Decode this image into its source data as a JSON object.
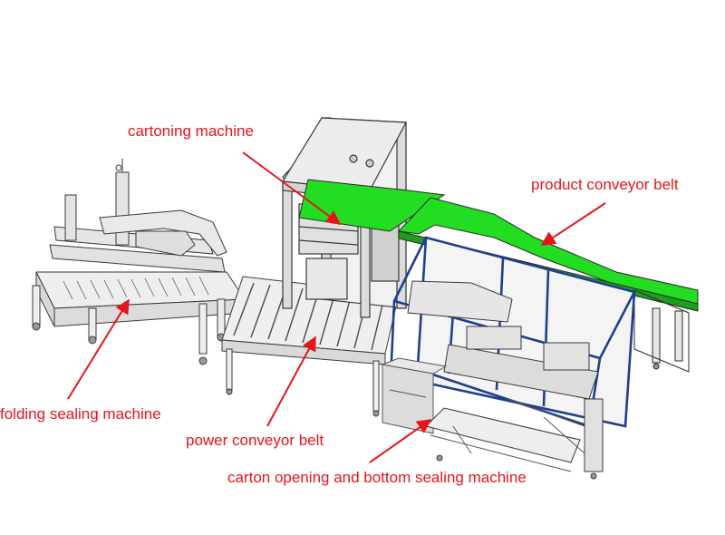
{
  "labels": {
    "cartoning_machine": "cartoning machine",
    "product_conveyor_belt": "product conveyor belt",
    "folding_sealing_machine": "folding sealing machine",
    "power_conveyor_belt": "power conveyor belt",
    "carton_opening_machine": "carton opening and bottom sealing machine"
  },
  "colors": {
    "label": "#e8141a",
    "arrow": "#e8141a",
    "belt_green": "#22dd22",
    "machine_line": "#3a3a3a",
    "machine_fill": "#eeeeee",
    "frame_blue": "#1f3f8f"
  }
}
